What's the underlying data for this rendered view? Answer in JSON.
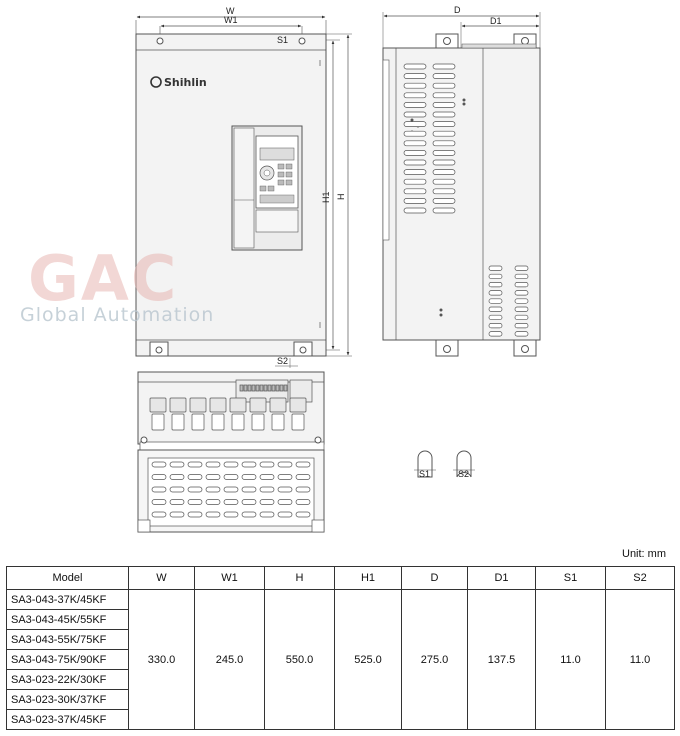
{
  "labels": {
    "w": "W",
    "w1": "W1",
    "s1": "S1",
    "h1": "H1",
    "h": "H",
    "d": "D",
    "d1": "D1",
    "s2": "S2"
  },
  "logo": {
    "brand": "Shihlin"
  },
  "watermark": {
    "brand": "GAC",
    "tagline": "Global Automation"
  },
  "unit_note": "Unit: mm",
  "table": {
    "headers": [
      "Model",
      "W",
      "W1",
      "H",
      "H1",
      "D",
      "D1",
      "S1",
      "S2"
    ],
    "models": [
      "SA3-043-37K/45KF",
      "SA3-043-45K/55KF",
      "SA3-043-55K/75KF",
      "SA3-043-75K/90KF",
      "SA3-023-22K/30KF",
      "SA3-023-30K/37KF",
      "SA3-023-37K/45KF"
    ],
    "values": {
      "w": "330.0",
      "w1": "245.0",
      "h": "550.0",
      "h1": "525.0",
      "d": "275.0",
      "d1": "137.5",
      "s1": "11.0",
      "s2": "11.0"
    }
  },
  "colors": {
    "line": "#555555",
    "fill": "#f2f2f2",
    "watermark_red": "#e8b7b3",
    "watermark_grey": "#b9c6cf"
  }
}
